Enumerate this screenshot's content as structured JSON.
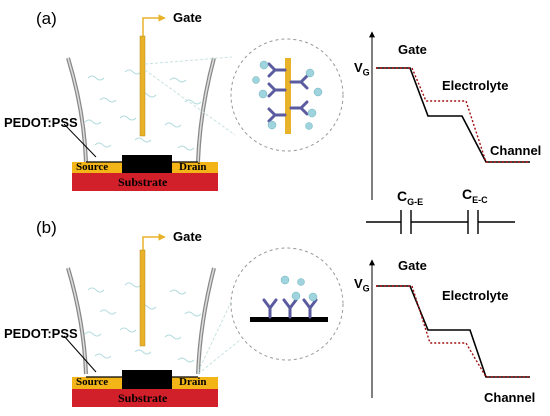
{
  "panel_a": {
    "letter": "(a)",
    "gate": "Gate",
    "pedot": "PEDOT:PSS",
    "source": "Source",
    "drain": "Drain",
    "substrate": "Substrate"
  },
  "panel_b": {
    "letter": "(b)",
    "gate": "Gate",
    "pedot": "PEDOT:PSS",
    "source": "Source",
    "drain": "Drain",
    "substrate": "Substrate"
  },
  "graph_a": {
    "vg_main": "V",
    "vg_sub": "G",
    "gate": "Gate",
    "electrolyte": "Electrolyte",
    "channel": "Channel"
  },
  "graph_b": {
    "vg_main": "V",
    "vg_sub": "G",
    "gate": "Gate",
    "electrolyte": "Electrolyte",
    "channel": "Channel"
  },
  "capacitors": {
    "c1_main": "C",
    "c1_sub": "G-E",
    "c2_main": "C",
    "c2_sub": "E-C"
  },
  "colors": {
    "gate_electrode": "#e8b22a",
    "substrate": "#d2202a",
    "source_drain": "#f3b417",
    "channel": "#000000",
    "potential_solid": "#000000",
    "potential_dotted": "#a01010",
    "antibody": "#5b5b9f",
    "antigen": "#9fd3dd"
  }
}
